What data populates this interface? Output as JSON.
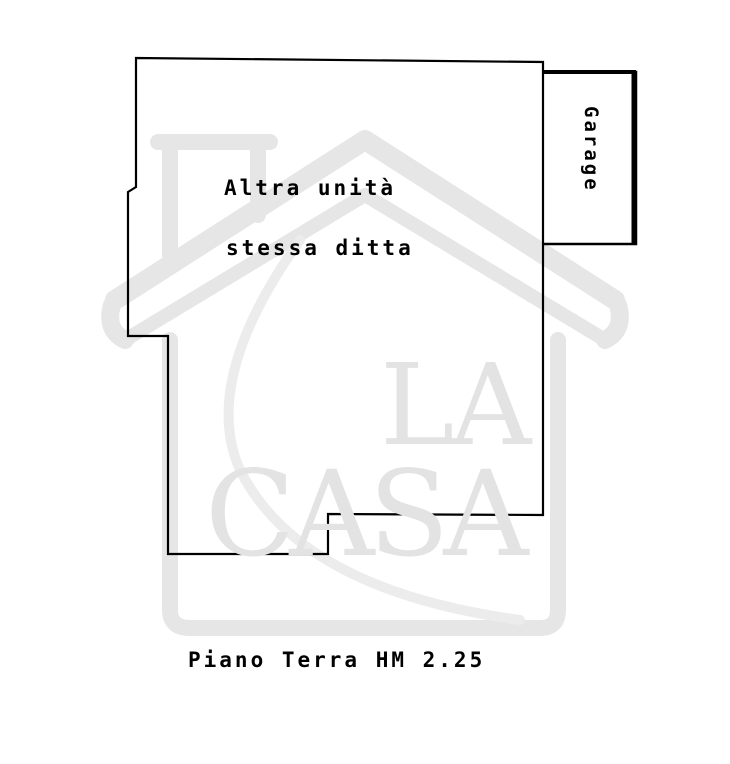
{
  "watermark": {
    "brand_line1": "LA",
    "brand_line2": "CASA",
    "color": "#e3e3e3",
    "icon": "house-logo-icon"
  },
  "floorplan": {
    "main_unit": {
      "label_line1": "Altra unità",
      "label_line2": "stessa ditta"
    },
    "garage": {
      "label": "Garage"
    },
    "line_color": "#000000"
  },
  "caption": {
    "text": "Piano Terra HM 2.25"
  }
}
